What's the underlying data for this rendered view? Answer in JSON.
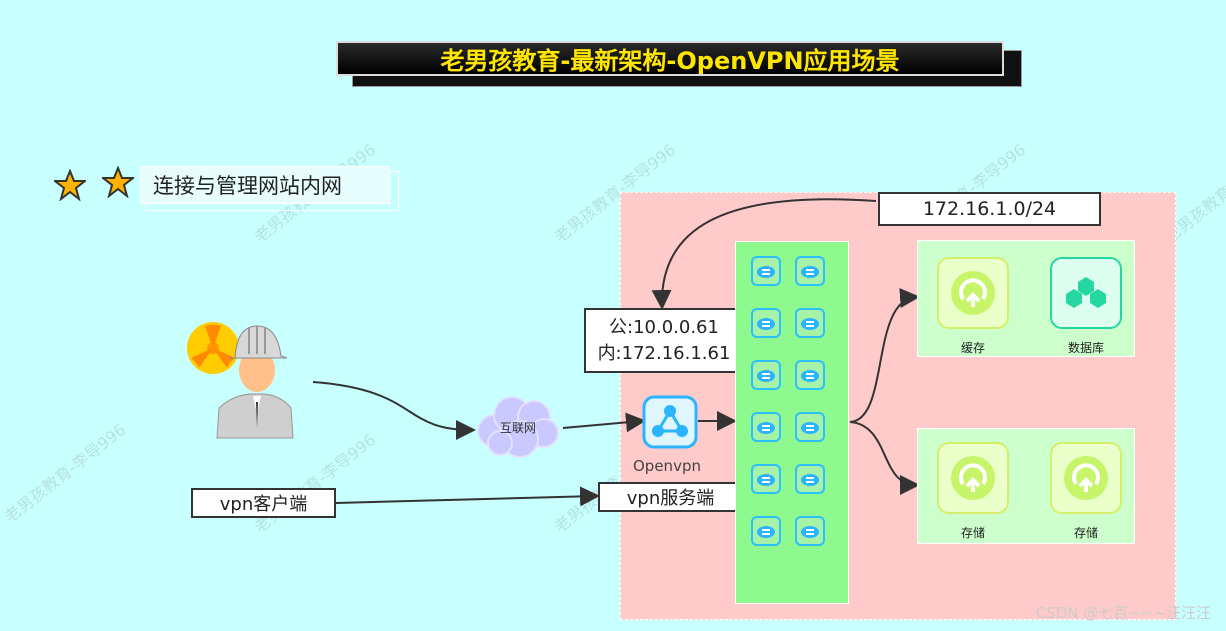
{
  "title": "老男孩教育-最新架构-OpenVPN应用场景",
  "subtitle": "连接与管理网站内网",
  "subnet_label": "172.16.1.0/24",
  "ip_label": {
    "public": "公:10.0.0.61",
    "internal": "内:172.16.1.61"
  },
  "cloud_label": "互联网",
  "openvpn_label": "Openvpn",
  "client_label": "vpn客户端",
  "server_label": "vpn服务端",
  "top_panel": {
    "left_caption": "缓存",
    "right_caption": "数据库"
  },
  "bottom_panel": {
    "left_caption": "存储",
    "right_caption": "存储"
  },
  "csdn_watermark": "CSDN @七百~~~汪汪汪",
  "bg_watermark": "老男孩教育-李导996",
  "colors": {
    "background": "#c8ffff",
    "zone": "#ffcaca",
    "rack": "#8ef98e",
    "panel": "#ccffcc",
    "title_text": "#ffe600"
  }
}
